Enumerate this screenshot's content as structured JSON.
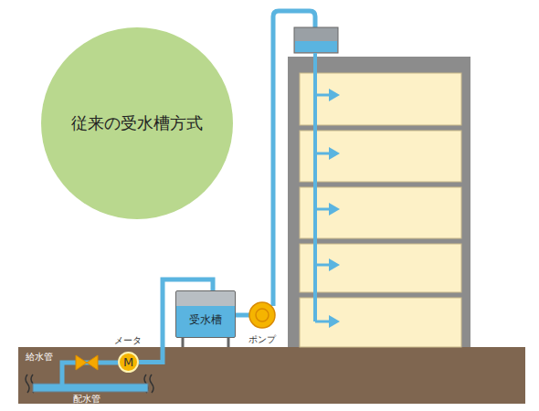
{
  "diagram": {
    "nodes": [
      {
        "text": [
          "従来の受水槽方式"
        ]
      },
      {
        "text": [
          "M"
        ]
      },
      {
        "text": [
          "受水槽"
        ]
      }
    ],
    "edges": [
      {
        "from": 1,
        "to": 2,
        "arrow": "none"
      }
    ],
    "labels": [
      "メータ",
      "ポンプ",
      "給水管",
      "配水管"
    ]
  }
}
